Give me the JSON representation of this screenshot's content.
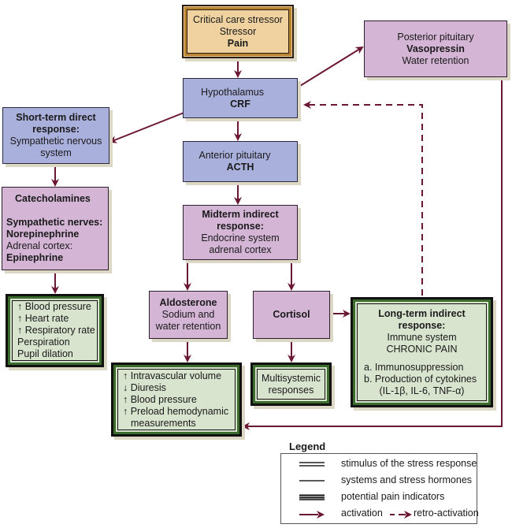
{
  "colors": {
    "arrow": "#6b1731",
    "stimulus_fill": "#efd2a0",
    "stimulus_border": "#b7822f",
    "hormone_blue_fill": "#aab0dc",
    "hormone_purple_fill": "#d5b5d6",
    "indicator_fill": "#d9e4cf",
    "indicator_border": "#3c6b2e"
  },
  "nodes": {
    "stressor": {
      "line1": "Critical care stressor",
      "line2": "Stressor",
      "line3": "Pain"
    },
    "posterior_pituitary": {
      "line1": "Posterior pituitary",
      "line2": "Vasopressin",
      "line3": "Water retention"
    },
    "hypothalamus": {
      "line1": "Hypothalamus",
      "line2": "CRF"
    },
    "anterior_pituitary": {
      "line1": "Anterior pituitary",
      "line2": "ACTH"
    },
    "short_term": {
      "line1": "Short-term direct",
      "line2": "response:",
      "line3": "Sympathetic nervous",
      "line4": "system"
    },
    "catecholamines": {
      "title": "Catecholamines",
      "line1": "Sympathetic nerves:",
      "line2": "Norepinephrine",
      "line3": "Adrenal cortex:",
      "line4": "Epinephrine"
    },
    "midterm": {
      "line1": "Midterm indirect",
      "line2": "response:",
      "line3": "Endocrine system",
      "line4": "adrenal cortex"
    },
    "aldosterone": {
      "line1": "Aldosterone",
      "line2": "Sodium and",
      "line3": "water retention"
    },
    "cortisol": {
      "line1": "Cortisol"
    },
    "long_term": {
      "line1": "Long-term indirect",
      "line2": "response:",
      "line3": "Immune system",
      "line4": "CHRONIC PAIN",
      "item_a": "a. Immunosuppression",
      "item_b": "b. Production of cytokines",
      "item_b2": "(IL-1β, IL-6, TNF-α)"
    },
    "sympathetic_indicators": {
      "items": [
        "↑ Blood pressure",
        "↑ Heart rate",
        "↑ Respiratory rate",
        "Perspiration",
        "Pupil dilation"
      ]
    },
    "fluid_indicators": {
      "items": [
        "↑ Intravascular volume",
        "↓ Diuresis",
        "↑ Blood pressure",
        "↑ Preload hemodynamic",
        "measurements"
      ]
    },
    "multisystemic": {
      "line1": "Multisystemic",
      "line2": "responses"
    }
  },
  "legend": {
    "title": "Legend",
    "items": [
      {
        "label": "stimulus of the stress response"
      },
      {
        "label": "systems and stress hormones"
      },
      {
        "label": "potential pain indicators"
      },
      {
        "label": "activation"
      },
      {
        "label": "retro-activation"
      }
    ]
  }
}
